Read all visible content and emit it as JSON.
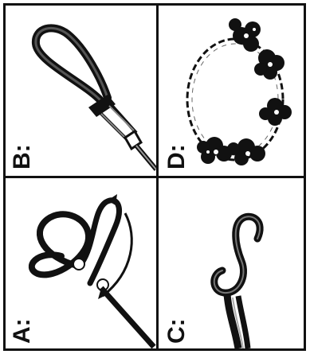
{
  "panels": {
    "b": {
      "label": "B:",
      "icon": "wire-loop-with-clamp"
    },
    "d": {
      "label": "D:",
      "icon": "chain-with-flowers"
    },
    "a": {
      "label": "A:",
      "icon": "wire-twist-with-arrows"
    },
    "c": {
      "label": "C:",
      "icon": "s-hook"
    }
  },
  "colors": {
    "ink": "#111111",
    "background": "#ffffff"
  }
}
